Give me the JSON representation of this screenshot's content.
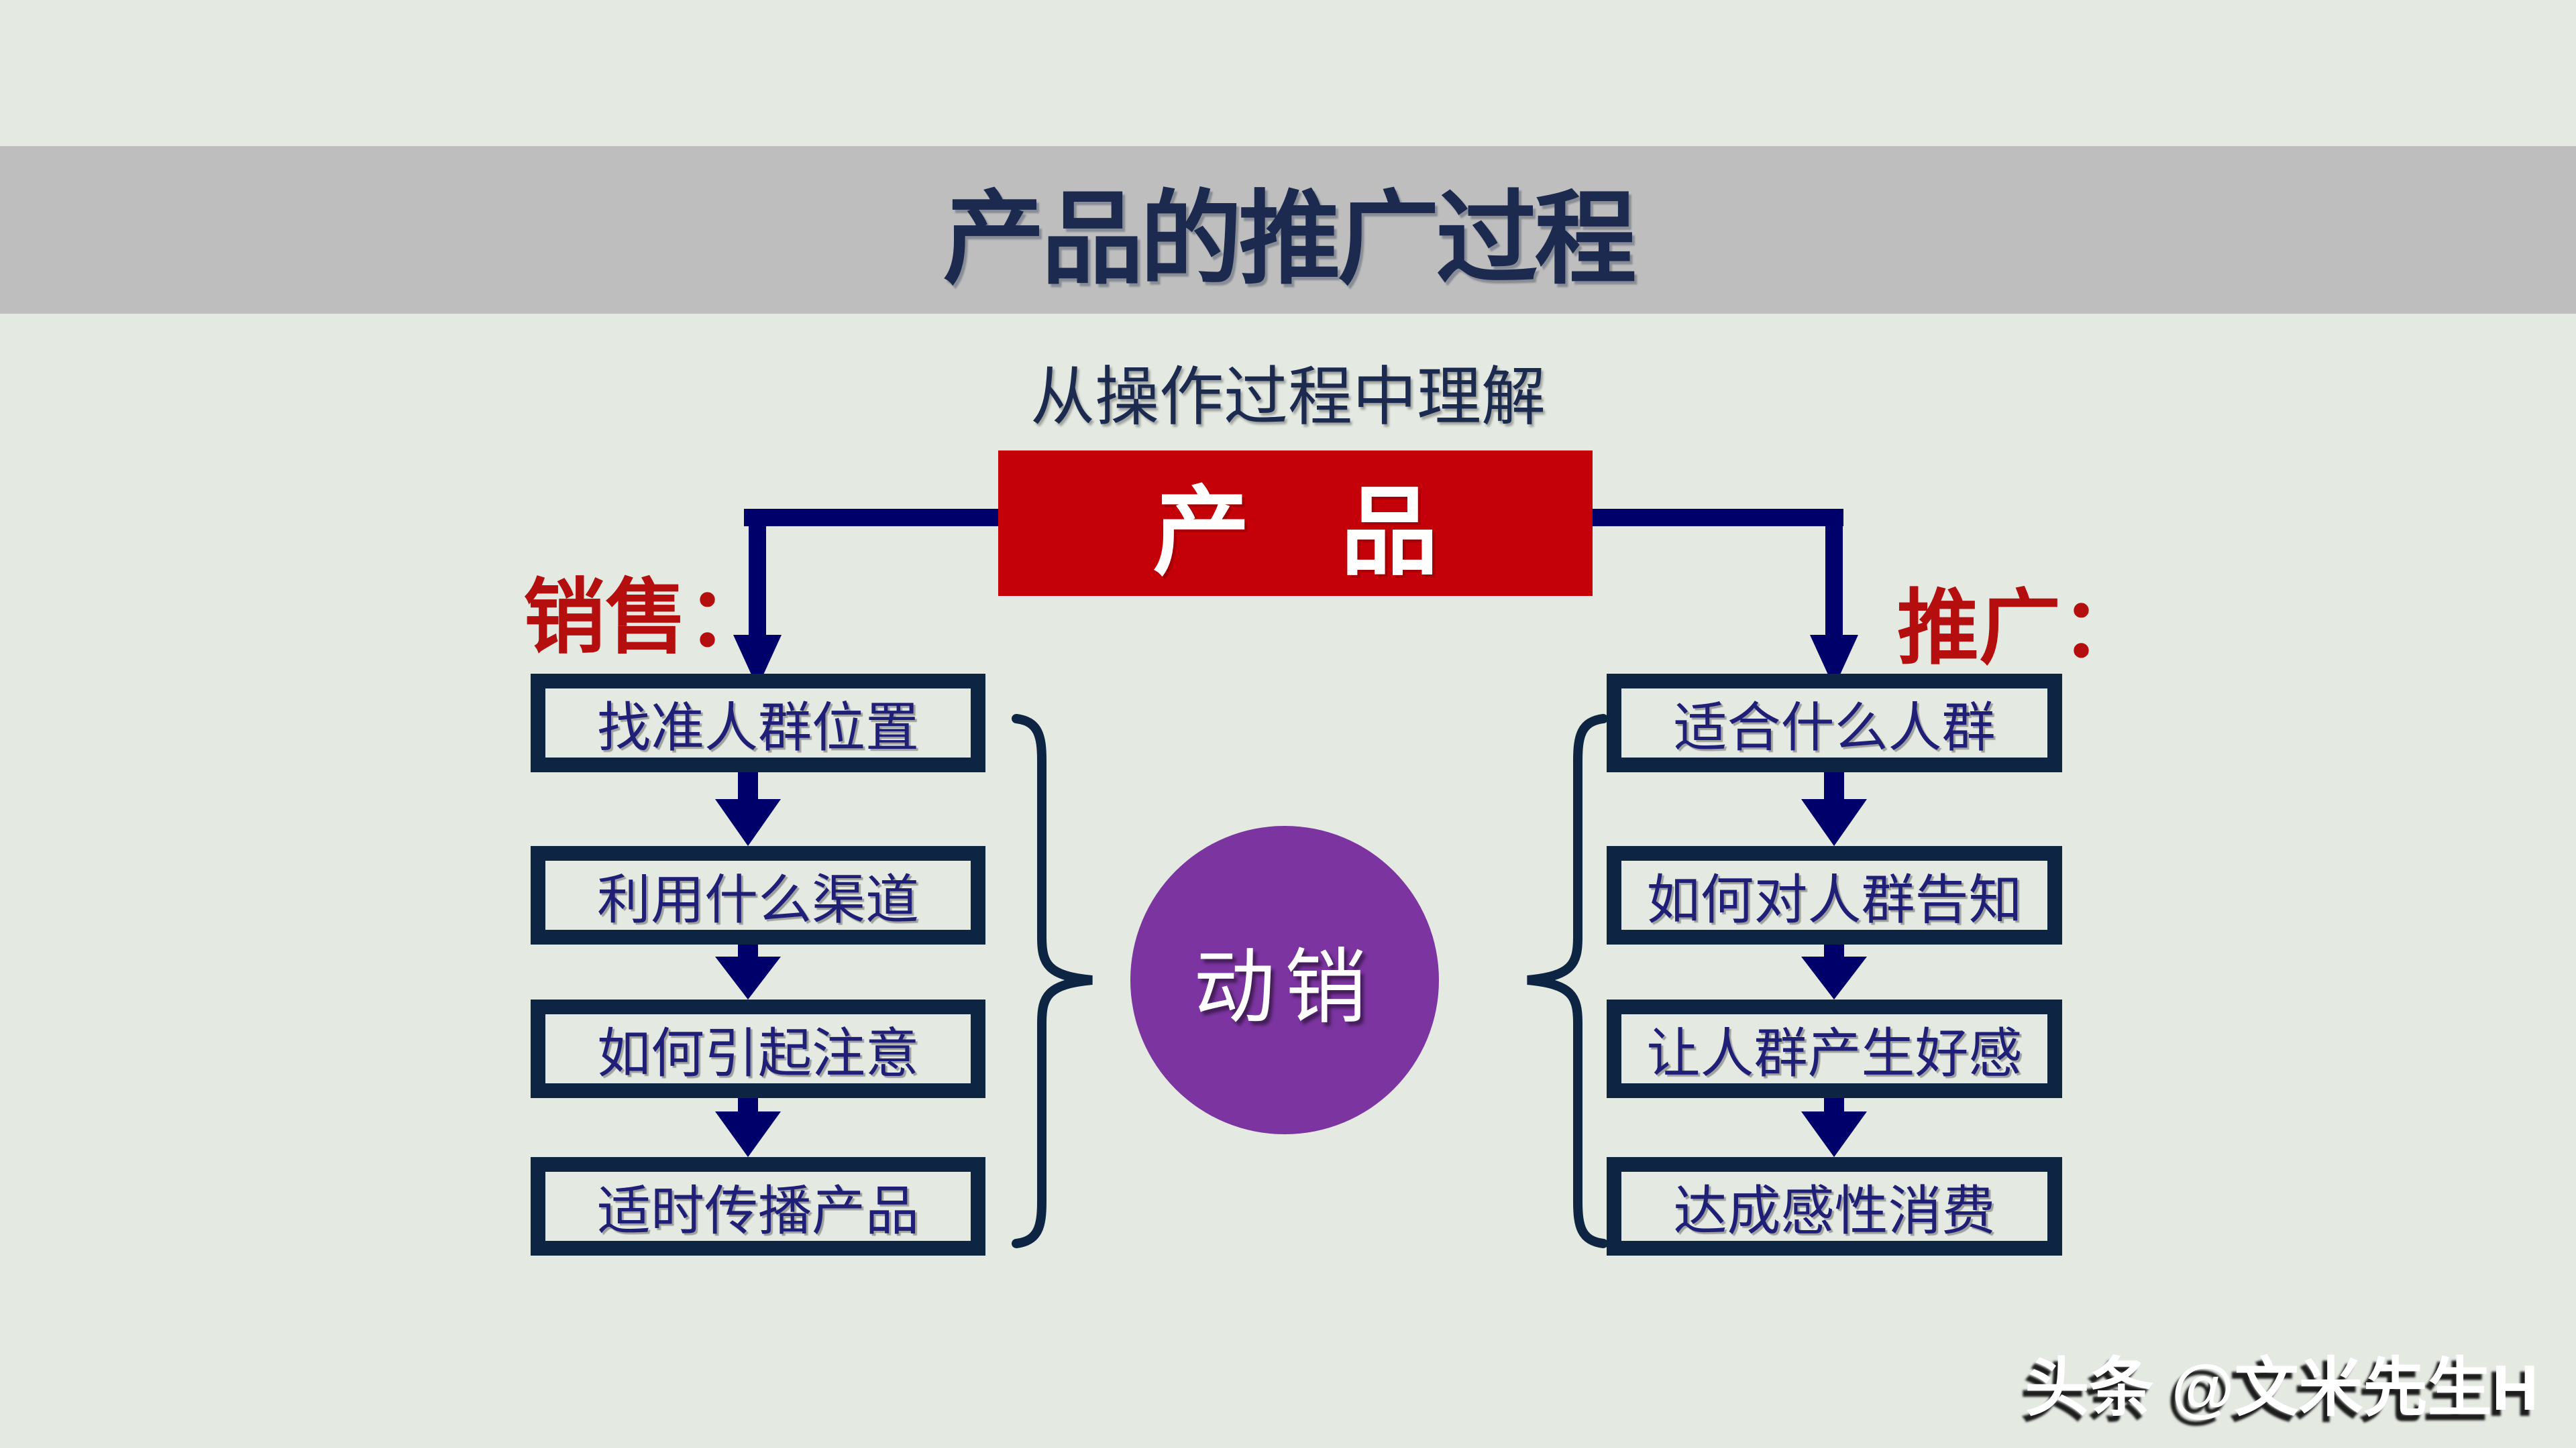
{
  "slide": {
    "title": "产品的推广过程",
    "subtitle": "从操作过程中理解",
    "product_label": "产 品",
    "left_label": "销售：",
    "right_label": "推广：",
    "left_steps": [
      "找准人群位置",
      "利用什么渠道",
      "如何引起注意",
      "适时传播产品"
    ],
    "right_steps": [
      "适合什么人群",
      "如何对人群告知",
      "让人群产生好感",
      "达成感性消费"
    ],
    "center_circle": "动销",
    "watermark": "头条 @文米先生H"
  },
  "colors": {
    "background": "#e4e9e2",
    "banner_gray": "#bebebe",
    "title_navy": "#1b2a4e",
    "red": "#c40008",
    "label_red": "#b50e0f",
    "connector_navy": "#00006a",
    "box_border_navy": "#0d2543",
    "box_text_navy": "#1f1f78",
    "purple": "#7b34a0",
    "watermark_white": "#ffffff"
  }
}
